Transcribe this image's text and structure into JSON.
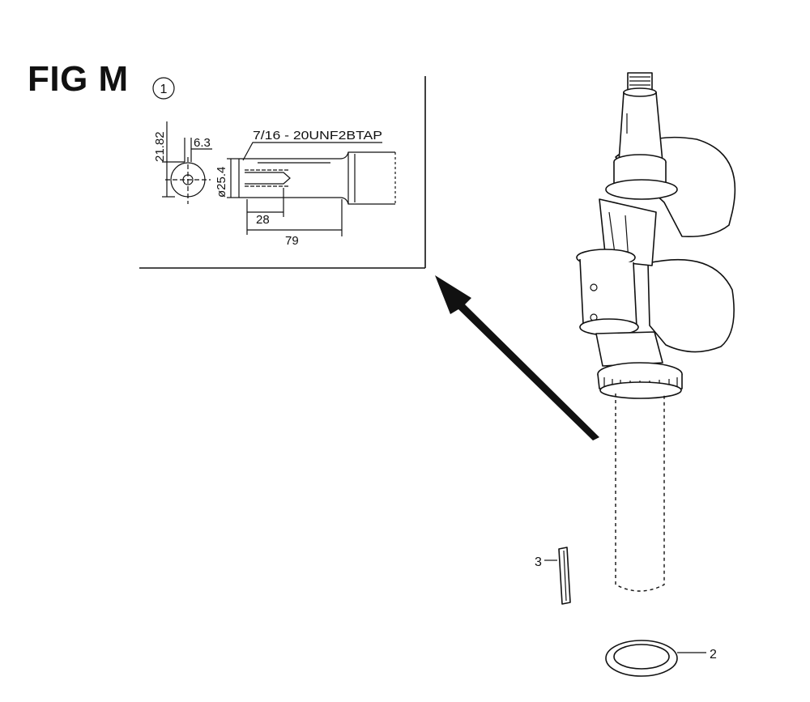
{
  "figure": {
    "title": "FIG M"
  },
  "detail": {
    "callout_number": "1",
    "thread_spec": "7/16 - 20UNF2BTAP",
    "dimensions": {
      "height": "21.82",
      "keyway": "6.3",
      "diameter": "ø25.4",
      "thread_depth": "28",
      "length": "79"
    }
  },
  "parts": [
    {
      "number": "2",
      "name": "washer"
    },
    {
      "number": "3",
      "name": "key"
    }
  ],
  "colors": {
    "ink": "#111111",
    "paper": "#ffffff"
  }
}
